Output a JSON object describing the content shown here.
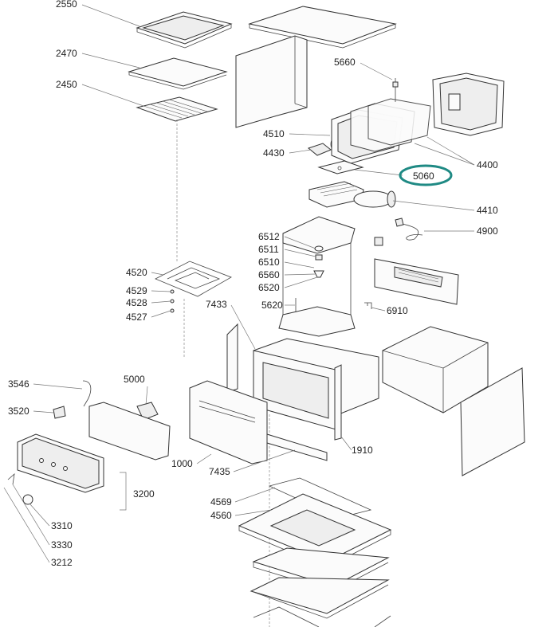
{
  "highlight": {
    "color": "#1f8a84",
    "part": "5060"
  },
  "labels": {
    "p2550": "2550",
    "p2470": "2470",
    "p2450": "2450",
    "p5660": "5660",
    "p4510": "4510",
    "p4430": "4430",
    "p4400": "4400",
    "p5060": "5060",
    "p4410": "4410",
    "p4900": "4900",
    "p6512": "6512",
    "p6511": "6511",
    "p6510": "6510",
    "p6560": "6560",
    "p6520": "6520",
    "p5620": "5620",
    "p6910": "6910",
    "p4520": "4520",
    "p4529": "4529",
    "p4528": "4528",
    "p4527": "4527",
    "p7433": "7433",
    "p3546": "3546",
    "p3520": "3520",
    "p5000": "5000",
    "p1000": "1000",
    "p7435": "7435",
    "p1910": "1910",
    "p3200": "3200",
    "p4569": "4569",
    "p4560": "4560",
    "p3310": "3310",
    "p3330": "3330",
    "p3212": "3212"
  }
}
